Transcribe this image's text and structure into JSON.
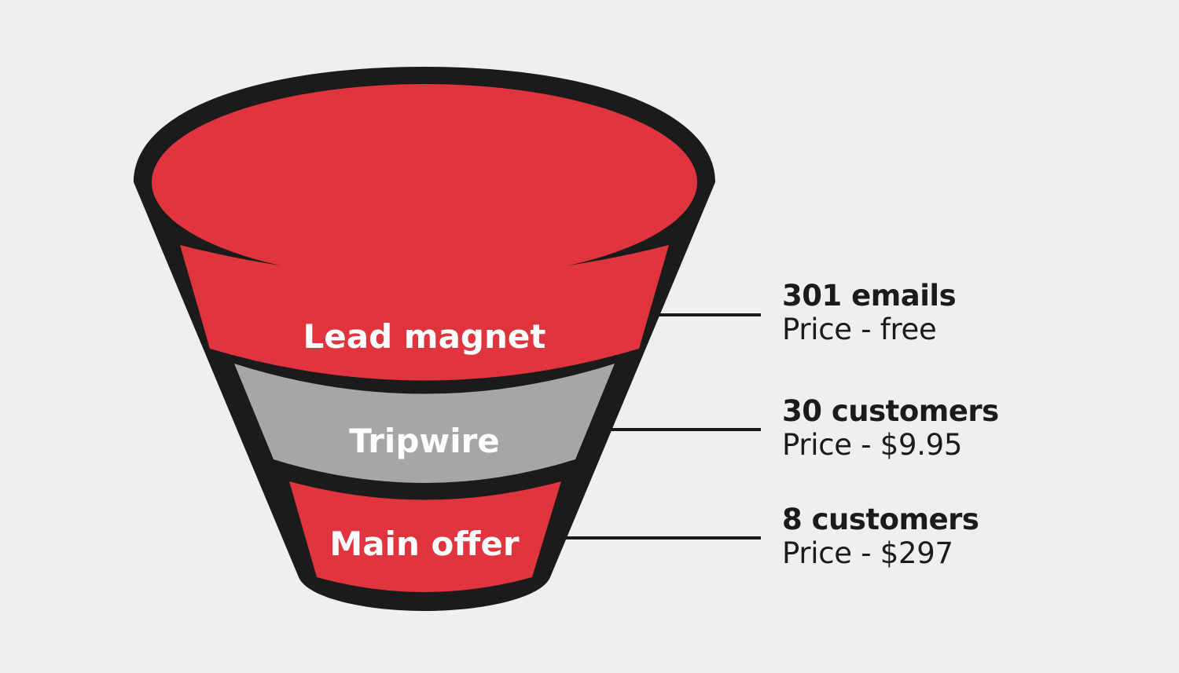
{
  "colors": {
    "background": "#efefef",
    "red": "#e0343e",
    "gray": "#a6a6a6",
    "outline": "#1b1b1b",
    "label_text": "#ffffff"
  },
  "stages": [
    {
      "label": "Lead magnet",
      "color": "red",
      "metric": "301 emails",
      "price": "Price - free"
    },
    {
      "label": "Tripwire",
      "color": "gray",
      "metric": "30 customers",
      "price": "Price - $9.95"
    },
    {
      "label": "Main offer",
      "color": "red",
      "metric": "8 customers",
      "price": "Price - $297"
    }
  ]
}
